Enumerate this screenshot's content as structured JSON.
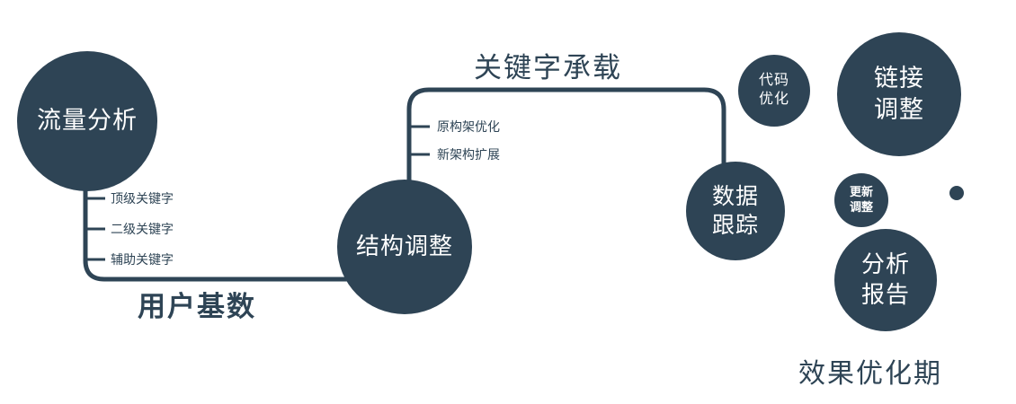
{
  "colors": {
    "primary": "#2e4455",
    "node_text": "#ffffff",
    "background": "#ffffff"
  },
  "nodes": {
    "traffic": {
      "label": "流量分析"
    },
    "structure": {
      "label": "结构调整"
    },
    "tracking": {
      "label": "数据\n跟踪"
    },
    "code": {
      "label": "代码\n优化"
    },
    "link": {
      "label": "链接\n调整"
    },
    "update": {
      "label": "更新\n调整"
    },
    "report": {
      "label": "分析\n报告"
    }
  },
  "edge_labels": {
    "user_base": "用户基数",
    "keyword_bearing": "关键字承载",
    "effect_period": "效果优化期"
  },
  "branch_labels": {
    "left": [
      "顶级关键字",
      "二级关键字",
      "辅助关键字"
    ],
    "middle": [
      "原构架优化",
      "新架构扩展"
    ]
  }
}
